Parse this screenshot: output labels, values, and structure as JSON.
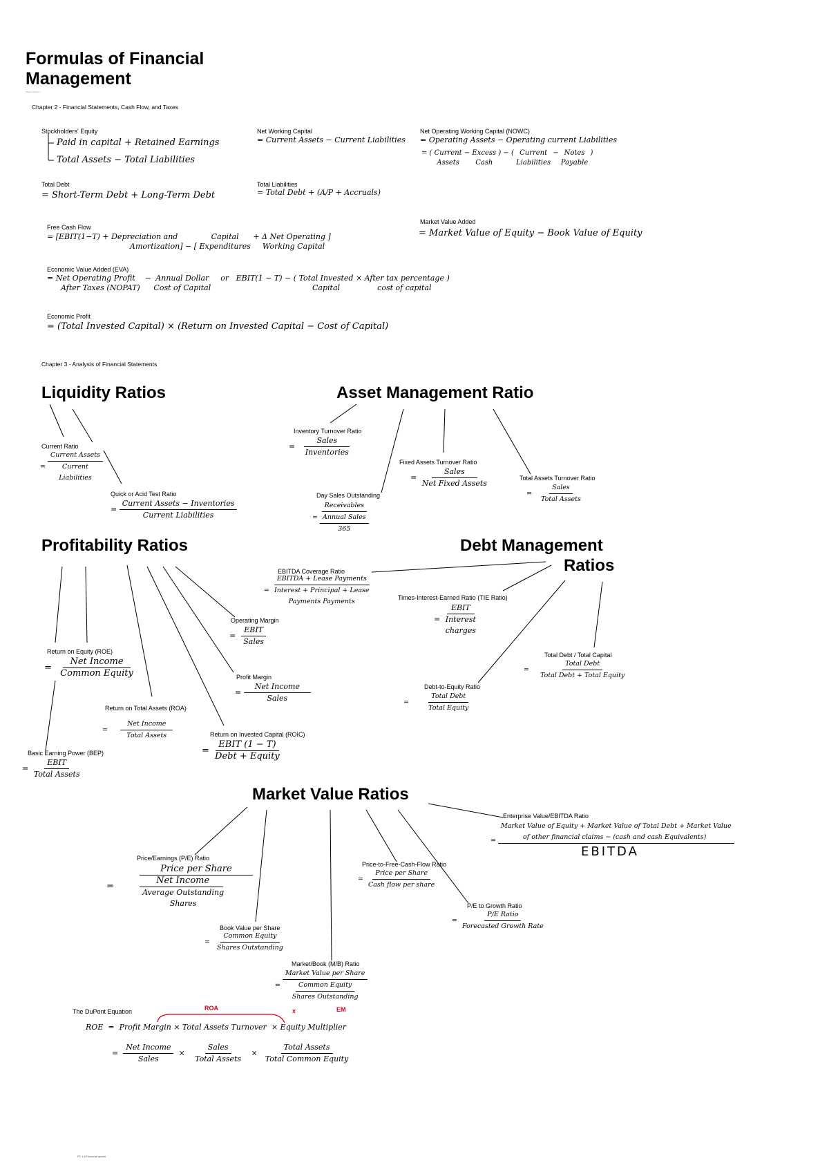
{
  "title": "Formulas of Financial Management",
  "subtitle": "Study Guide for …",
  "footer": "PT 1.8 Financial quizlet",
  "ch2": {
    "heading": "Chapter 2 - Financial Statements, Cash Flow, and Taxes",
    "se": {
      "label": "Stockholders' Equity",
      "l1": "Paid in capital + Retained Earnings",
      "l2": "Total Assets − Total Liabilities"
    },
    "nwc": {
      "label": "Net Working Capital",
      "formula": "= Current Assets − Current Liabilities"
    },
    "nowc": {
      "label": "Net Operating Working Capital (NOWC)",
      "l1": "= Operating Assets − Operating current Liabilities",
      "a_num": "Current",
      "a_den": "Assets",
      "b_num": "Excess",
      "b_den": "Cash",
      "c_num": "Current",
      "c_den": "Liabilities",
      "d_num": "Notes",
      "d_den": "Payable"
    },
    "td": {
      "label": "Total Debt",
      "formula": "= Short-Term Debt + Long-Term Debt"
    },
    "tl": {
      "label": "Total Liabilities",
      "formula": "= Total Debt + (A/P + Accruals)"
    },
    "fcf": {
      "label": "Free Cash Flow",
      "p1": "= [EBIT(1−T) + Depreciation and",
      "p1b": "Amortization] − [",
      "p2a": "Capital",
      "p2b": "Expenditures",
      "p3": "+",
      "p4a": "Δ Net Operating",
      "p4b": "Working Capital",
      "p5": "]"
    },
    "mva": {
      "label": "Market Value Added",
      "formula": "= Market Value of Equity − Book Value of Equity"
    },
    "eva": {
      "label": "Economic Value Added (EVA)",
      "a1": "= Net Operating Profit",
      "a2": "After Taxes (NOPAT)",
      "b0": "−",
      "b1": "Annual Dollar",
      "b2": "Cost of Capital",
      "c0": "or",
      "c1": "EBIT(1 − T) − (",
      "d1": "Total Invested",
      "d2": "Capital",
      "e0": "×",
      "f1": "After tax percentage",
      "f2": "cost of capital",
      "g0": ")"
    },
    "ep": {
      "label": "Economic Profit",
      "formula": "= (Total Invested Capital) × (Return on Invested Capital − Cost of Capital)"
    }
  },
  "ch3": {
    "heading": "Chapter 3 - Analysis of Financial Statements",
    "liq": {
      "title": "Liquidity Ratios",
      "cr": {
        "label": "Current Ratio",
        "eq": "=",
        "num": "Current Assets",
        "den1": "Current",
        "den2": "Liabilities"
      },
      "qr": {
        "label": "Quick or Acid Test Ratio",
        "eq": "=",
        "num": "Current Assets − Inventories",
        "den": "Current Liabilities"
      }
    },
    "am": {
      "title": "Asset Management Ratio",
      "it": {
        "label": "Inventory Turnover Ratio",
        "eq": "=",
        "num": "Sales",
        "den": "Inventories"
      },
      "fa": {
        "label": "Fixed Assets Turnover Ratio",
        "eq": "=",
        "num": "Sales",
        "den": "Net Fixed Assets"
      },
      "ta": {
        "label": "Total Assets Turnover Ratio",
        "eq": "=",
        "num": "Sales",
        "den": "Total Assets"
      },
      "dso": {
        "label": "Day Sales Outstanding",
        "eq": "=",
        "num": "Receivables",
        "den": "Annual Sales",
        "den2": "365"
      }
    },
    "prof": {
      "title": "Profitability Ratios",
      "om": {
        "label": "Operating Margin",
        "eq": "=",
        "num": "EBIT",
        "den": "Sales"
      },
      "roe": {
        "label": "Return on Equity (ROE)",
        "eq": "=",
        "num": "Net Income",
        "den": "Common Equity"
      },
      "pm": {
        "label": "Profit Margin",
        "eq": "=",
        "num": "Net Income",
        "den": "Sales"
      },
      "roa": {
        "label": "Return on Total Assets (ROA)",
        "eq": "=",
        "num": "Net Income",
        "den": "Total Assets"
      },
      "roic": {
        "label": "Return on Invested Capital (ROIC)",
        "eq": "=",
        "num": "EBIT (1 − T)",
        "den": "Debt + Equity"
      },
      "bep": {
        "label": "Basic Earning Power (BEP)",
        "eq": "=",
        "num": "EBIT",
        "den": "Total Assets"
      }
    },
    "debt": {
      "title1": "Debt Management",
      "title2": "Ratios",
      "ebitda": {
        "label": "EBITDA Coverage Ratio",
        "eq": "=",
        "num": "EBITDA + Lease Payments",
        "den1": "Interest + Principal + Lease",
        "den2": "Payments        Payments"
      },
      "tie": {
        "label": "Times-Interest-Earned Ratio (TIE Ratio)",
        "eq": "=",
        "num": "EBIT",
        "den1": "Interest",
        "den2": "charges"
      },
      "tdtc": {
        "label": "Total Debt / Total Capital",
        "eq": "=",
        "num": "Total Debt",
        "den": "Total Debt + Total Equity"
      },
      "de": {
        "label": "Debt-to-Equity Ratio",
        "eq": "=",
        "num": "Total Debt",
        "den": "Total Equity"
      }
    },
    "mv": {
      "title": "Market Value Ratios",
      "ev": {
        "label": "Enterprise Value/EBITDA Ratio",
        "eq": "=",
        "num1": "Market Value of Equity + Market Value of Total Debt + Market Value",
        "num2": "of other financial claims − (cash and cash Equivalents)",
        "den": "EBITDA"
      },
      "pe": {
        "label": "Price/Earnings (P/E) Ratio",
        "eq": "=",
        "num": "Price per Share",
        "mid": "Net Income",
        "den1": "Average Outstanding",
        "den2": "Shares"
      },
      "pfcf": {
        "label": "Price-to-Free-Cash-Flow Ratio",
        "eq": "=",
        "num": "Price per Share",
        "den": "Cash flow per share"
      },
      "peg": {
        "label": "P/E to Growth Ratio",
        "eq": "=",
        "num": "P/E Ratio",
        "den": "Forecasted Growth Rate"
      },
      "bvps": {
        "label": "Book Value per Share",
        "eq": "=",
        "num": "Common Equity",
        "den": "Shares Outstanding"
      },
      "mb": {
        "label": "Market/Book (M/B) Ratio",
        "eq": "=",
        "num": "Market Value per Share",
        "mid1": "Common Equity",
        "mid2": "Shares Outstanding"
      }
    },
    "dupont": {
      "label": "The DuPont Equation",
      "roa_mark": "ROA",
      "x_mark": "x",
      "em_mark": "EM",
      "l1_roe": "ROE",
      "l1_eq": "=",
      "l1_pm": "Profit Margin",
      "l1_x1": "×",
      "l1_tat": "Total Assets Turnover",
      "l1_x2": "×",
      "l1_em": "Equity Multiplier",
      "l2_eq": "=",
      "a_num": "Net Income",
      "a_den": "Sales",
      "x1": "×",
      "b_num": "Sales",
      "b_den": "Total Assets",
      "x2": "×",
      "c_num": "Total Assets",
      "c_den": "Total Common Equity"
    }
  }
}
